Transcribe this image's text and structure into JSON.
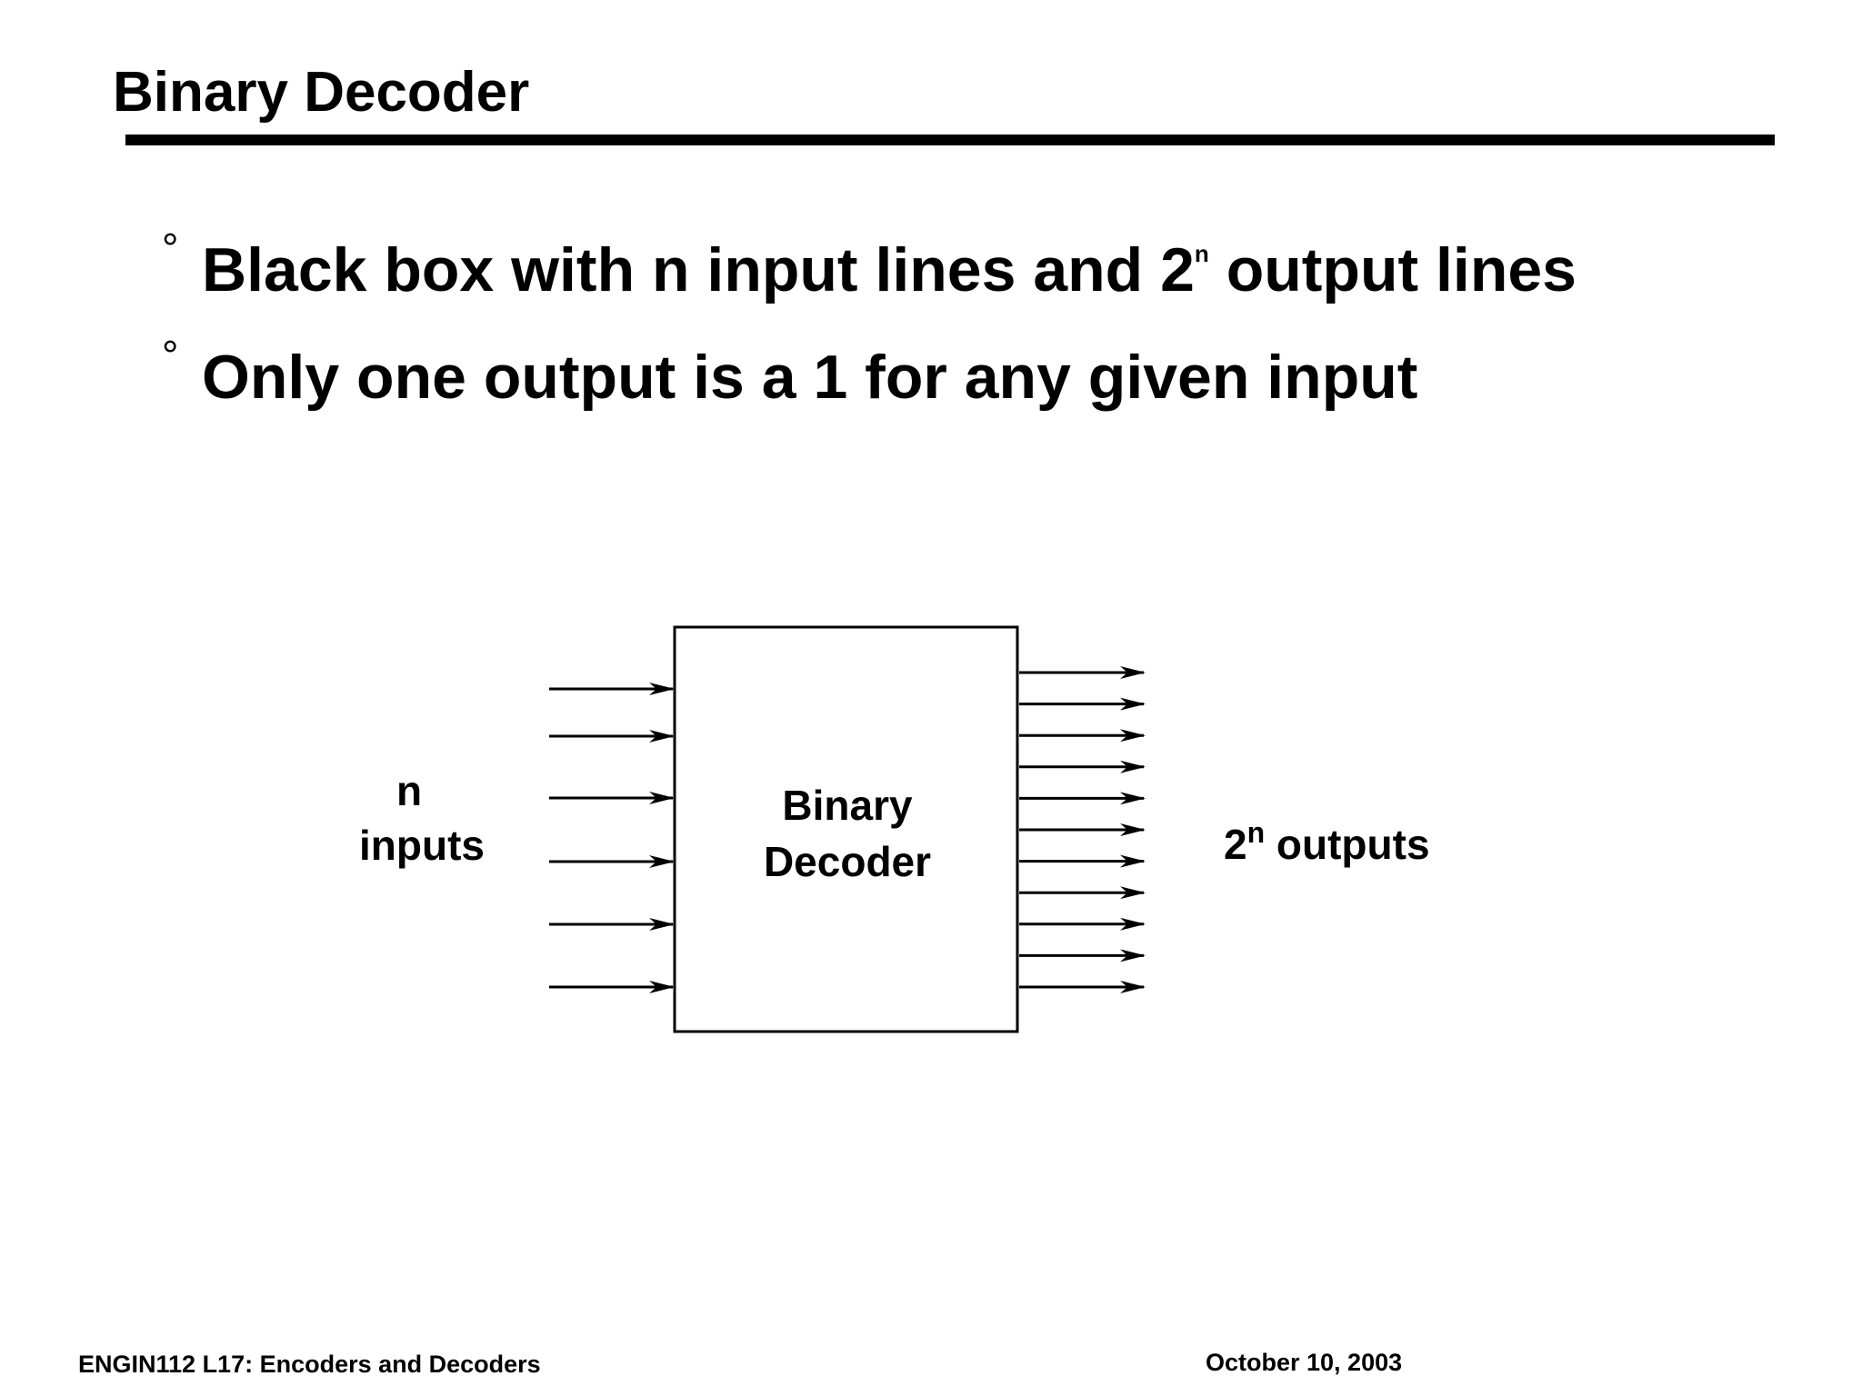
{
  "slide": {
    "title": "Binary Decoder",
    "bullets": [
      {
        "marker": "°",
        "text": "Black box with n input lines and 2",
        "superscript": "n",
        "suffix": " output lines"
      },
      {
        "marker": "°",
        "text": "Only one output is a 1 for any given input"
      }
    ]
  },
  "diagram": {
    "input_label_line1": "n",
    "input_label_line2": "inputs",
    "box_label_line1": "Binary",
    "box_label_line2": "Decoder",
    "output_label_base": "2",
    "output_label_sup": "n",
    "output_label_suffix": " outputs"
  },
  "footer": {
    "left": "ENGIN112  L17: Encoders and Decoders",
    "right": "October 10, 2003"
  }
}
